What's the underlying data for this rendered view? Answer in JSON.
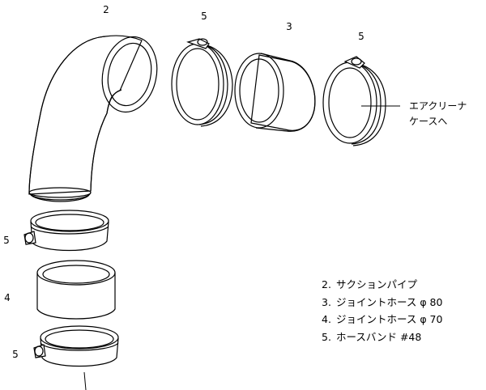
{
  "callouts": {
    "pipe_top": "2",
    "clamp_top_left": "5",
    "hose_top": "3",
    "clamp_top_right": "5",
    "clamp_left_upper": "5",
    "hose_left": "4",
    "clamp_left_lower": "5"
  },
  "destination": {
    "line1": "エアクリーナ",
    "line2": "ケースへ"
  },
  "legend": [
    {
      "num": "2.",
      "text": "サクションパイプ"
    },
    {
      "num": "3.",
      "text": "ジョイントホース φ 80"
    },
    {
      "num": "4.",
      "text": "ジョイントホース φ 70"
    },
    {
      "num": "5.",
      "text": "ホースバンド #48"
    }
  ],
  "icons": {
    "suction_pipe": "elbow-pipe-icon",
    "joint_hose": "hose-sleeve-icon",
    "hose_band": "hose-clamp-icon"
  }
}
